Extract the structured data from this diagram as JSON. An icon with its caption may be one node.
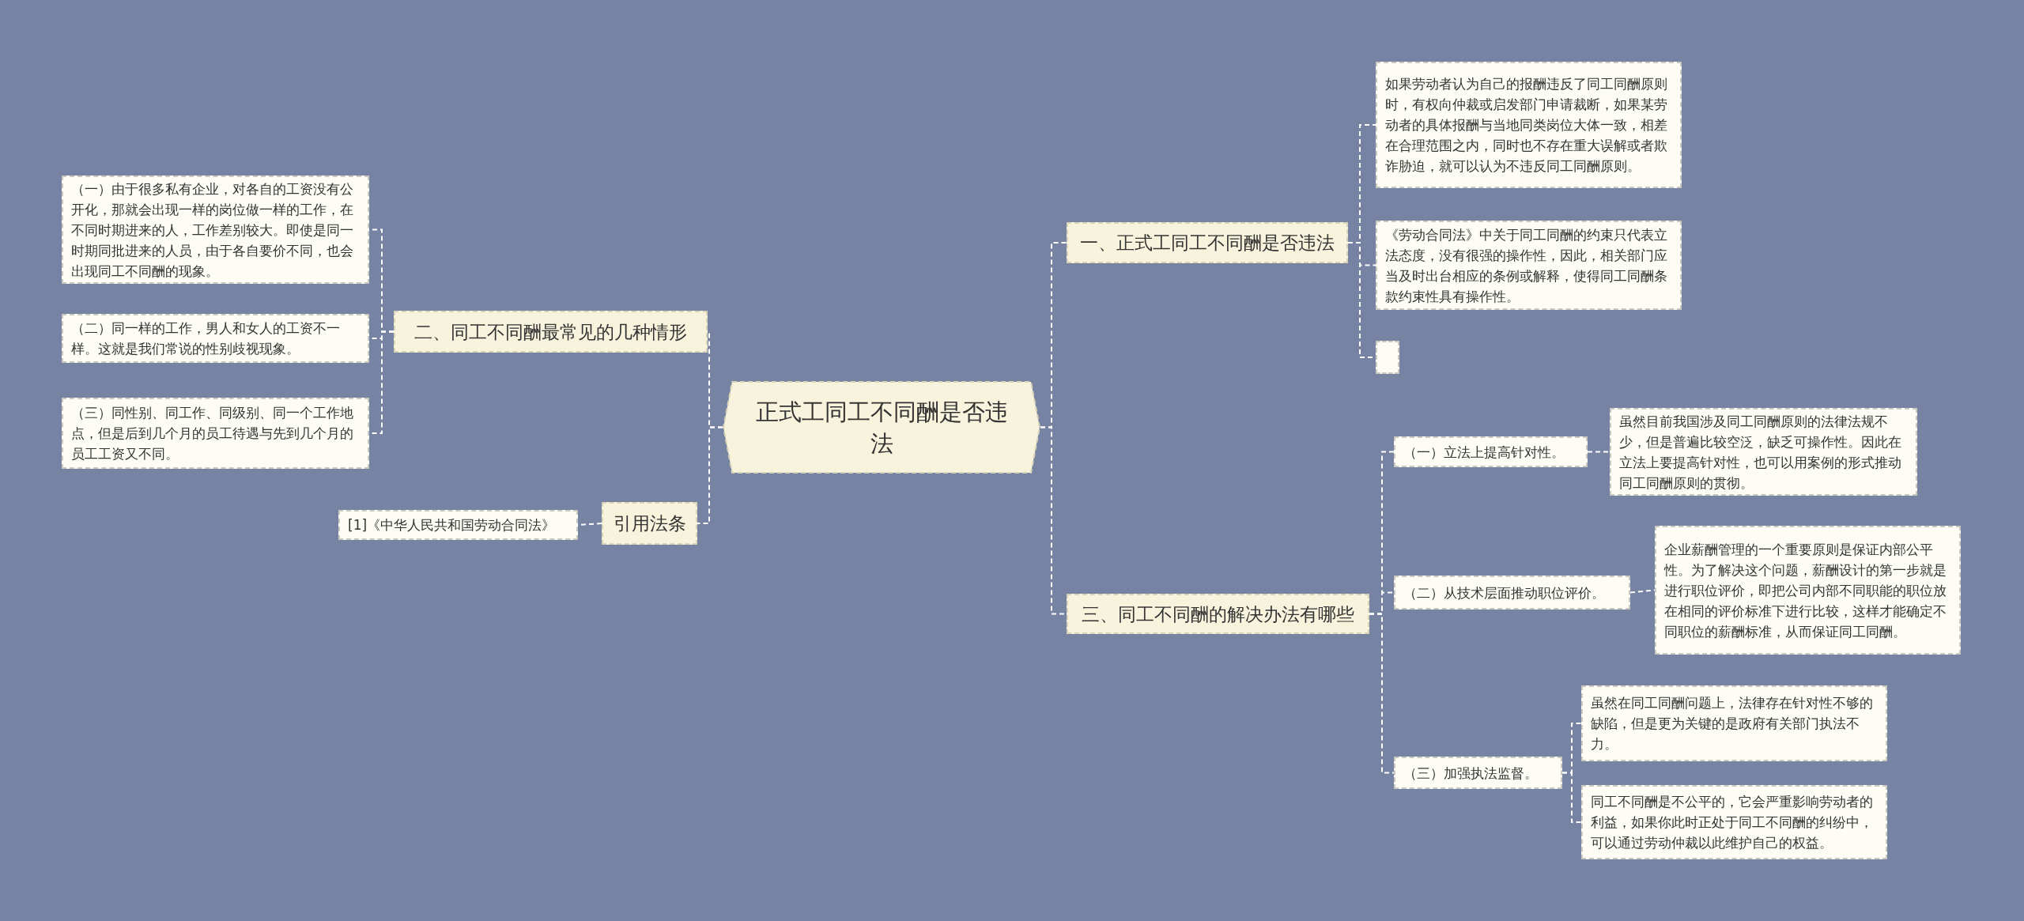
{
  "diagram": {
    "nodes": [
      {
        "text": [
          "正式工同工不同酬是否违法"
        ]
      },
      {
        "text": [
          "一、正式工同工不同酬是否违法"
        ]
      },
      {
        "text": [
          "如果劳动者认为自己的报酬违反了同工同酬原则时，有权向仲裁或启发部门申请裁断，如果某劳动者的具体报酬与当地同类岗位大体一致，相差在合理范围之内，同时也不存在重大误解或者欺诈胁迫，就可以认为不违反同工同酬原则。"
        ]
      },
      {
        "text": [
          "《劳动合同法》中关于同工同酬的约束只代表立法态度，没有很强的操作性，因此，相关部门应当及时出台相应的条例或解释，使得同工同酬条款约束性具有操作性。"
        ]
      },
      {
        "text": [],
        "shape": "box"
      },
      {
        "text": [
          "二、同工不同酬最常见的几种情形"
        ]
      },
      {
        "text": [
          "（一）由于很多私有企业，对各自的工资没有公开化，那就会出现一样的岗位做一样的工作，在不同时期进来的人，工作差别较大。即使是同一时期同批进来的人员，由于各自要价不同，也会出现同工不同酬的现象。"
        ]
      },
      {
        "text": [
          "（二）同一样的工作，男人和女人的工资不一样。这就是我们常说的性别歧视现象。"
        ]
      },
      {
        "text": [
          "（三）同性别、同工作、同级别、同一个工作地点，但是后到几个月的员工待遇与先到几个月的员工工资又不同。"
        ]
      },
      {
        "text": [
          "引用法条"
        ]
      },
      {
        "text": [
          "[1]《中华人民共和国劳动合同法》"
        ]
      },
      {
        "text": [
          "三、同工不同酬的解决办法有哪些"
        ]
      },
      {
        "text": [
          "（一）立法上提高针对性。"
        ]
      },
      {
        "text": [
          "虽然目前我国涉及同工同酬原则的法律法规不少，但是普遍比较空泛，缺乏可操作性。因此在立法上要提高针对性，也可以用案例的形式推动同工同酬原则的贯彻。"
        ]
      },
      {
        "text": [
          "（二）从技术层面推动职位评价。"
        ]
      },
      {
        "text": [
          "企业薪酬管理的一个重要原则是保证内部公平性。为了解决这个问题，薪酬设计的第一步就是进行职位评价，即把公司内部不同职能的职位放在相同的评价标准下进行比较，这样才能确定不同职位的薪酬标准，从而保证同工同酬。"
        ]
      },
      {
        "text": [
          "（三）加强执法监督。"
        ]
      },
      {
        "text": [
          "虽然在同工同酬问题上，法律存在针对性不够的缺陷，但是更为关键的是政府有关部门执法不力。"
        ]
      },
      {
        "text": [
          "同工不同酬是不公平的，它会严重影响劳动者的利益，如果你此时正处于同工不同酬的纠纷中，可以通过劳动仲裁以此维护自己的权益。"
        ]
      }
    ],
    "edges": [
      {
        "from": 0,
        "to": 1,
        "arrow": "none"
      },
      {
        "from": 1,
        "to": 2,
        "arrow": "none"
      },
      {
        "from": 1,
        "to": 3,
        "arrow": "none"
      },
      {
        "from": 1,
        "to": 4,
        "arrow": "none"
      },
      {
        "from": 0,
        "to": 5,
        "arrow": "none"
      },
      {
        "from": 5,
        "to": 6,
        "arrow": "none"
      },
      {
        "from": 5,
        "to": 7,
        "arrow": "none"
      },
      {
        "from": 5,
        "to": 8,
        "arrow": "none"
      },
      {
        "from": 0,
        "to": 9,
        "arrow": "none"
      },
      {
        "from": 9,
        "to": 10,
        "arrow": "none"
      },
      {
        "from": 0,
        "to": 11,
        "arrow": "none"
      },
      {
        "from": 11,
        "to": 12,
        "arrow": "none"
      },
      {
        "from": 12,
        "to": 13,
        "arrow": "none"
      },
      {
        "from": 11,
        "to": 14,
        "arrow": "none"
      },
      {
        "from": 14,
        "to": 15,
        "arrow": "none"
      },
      {
        "from": 11,
        "to": 16,
        "arrow": "none"
      },
      {
        "from": 16,
        "to": 17,
        "arrow": "none"
      },
      {
        "from": 16,
        "to": 18,
        "arrow": "none"
      }
    ]
  }
}
